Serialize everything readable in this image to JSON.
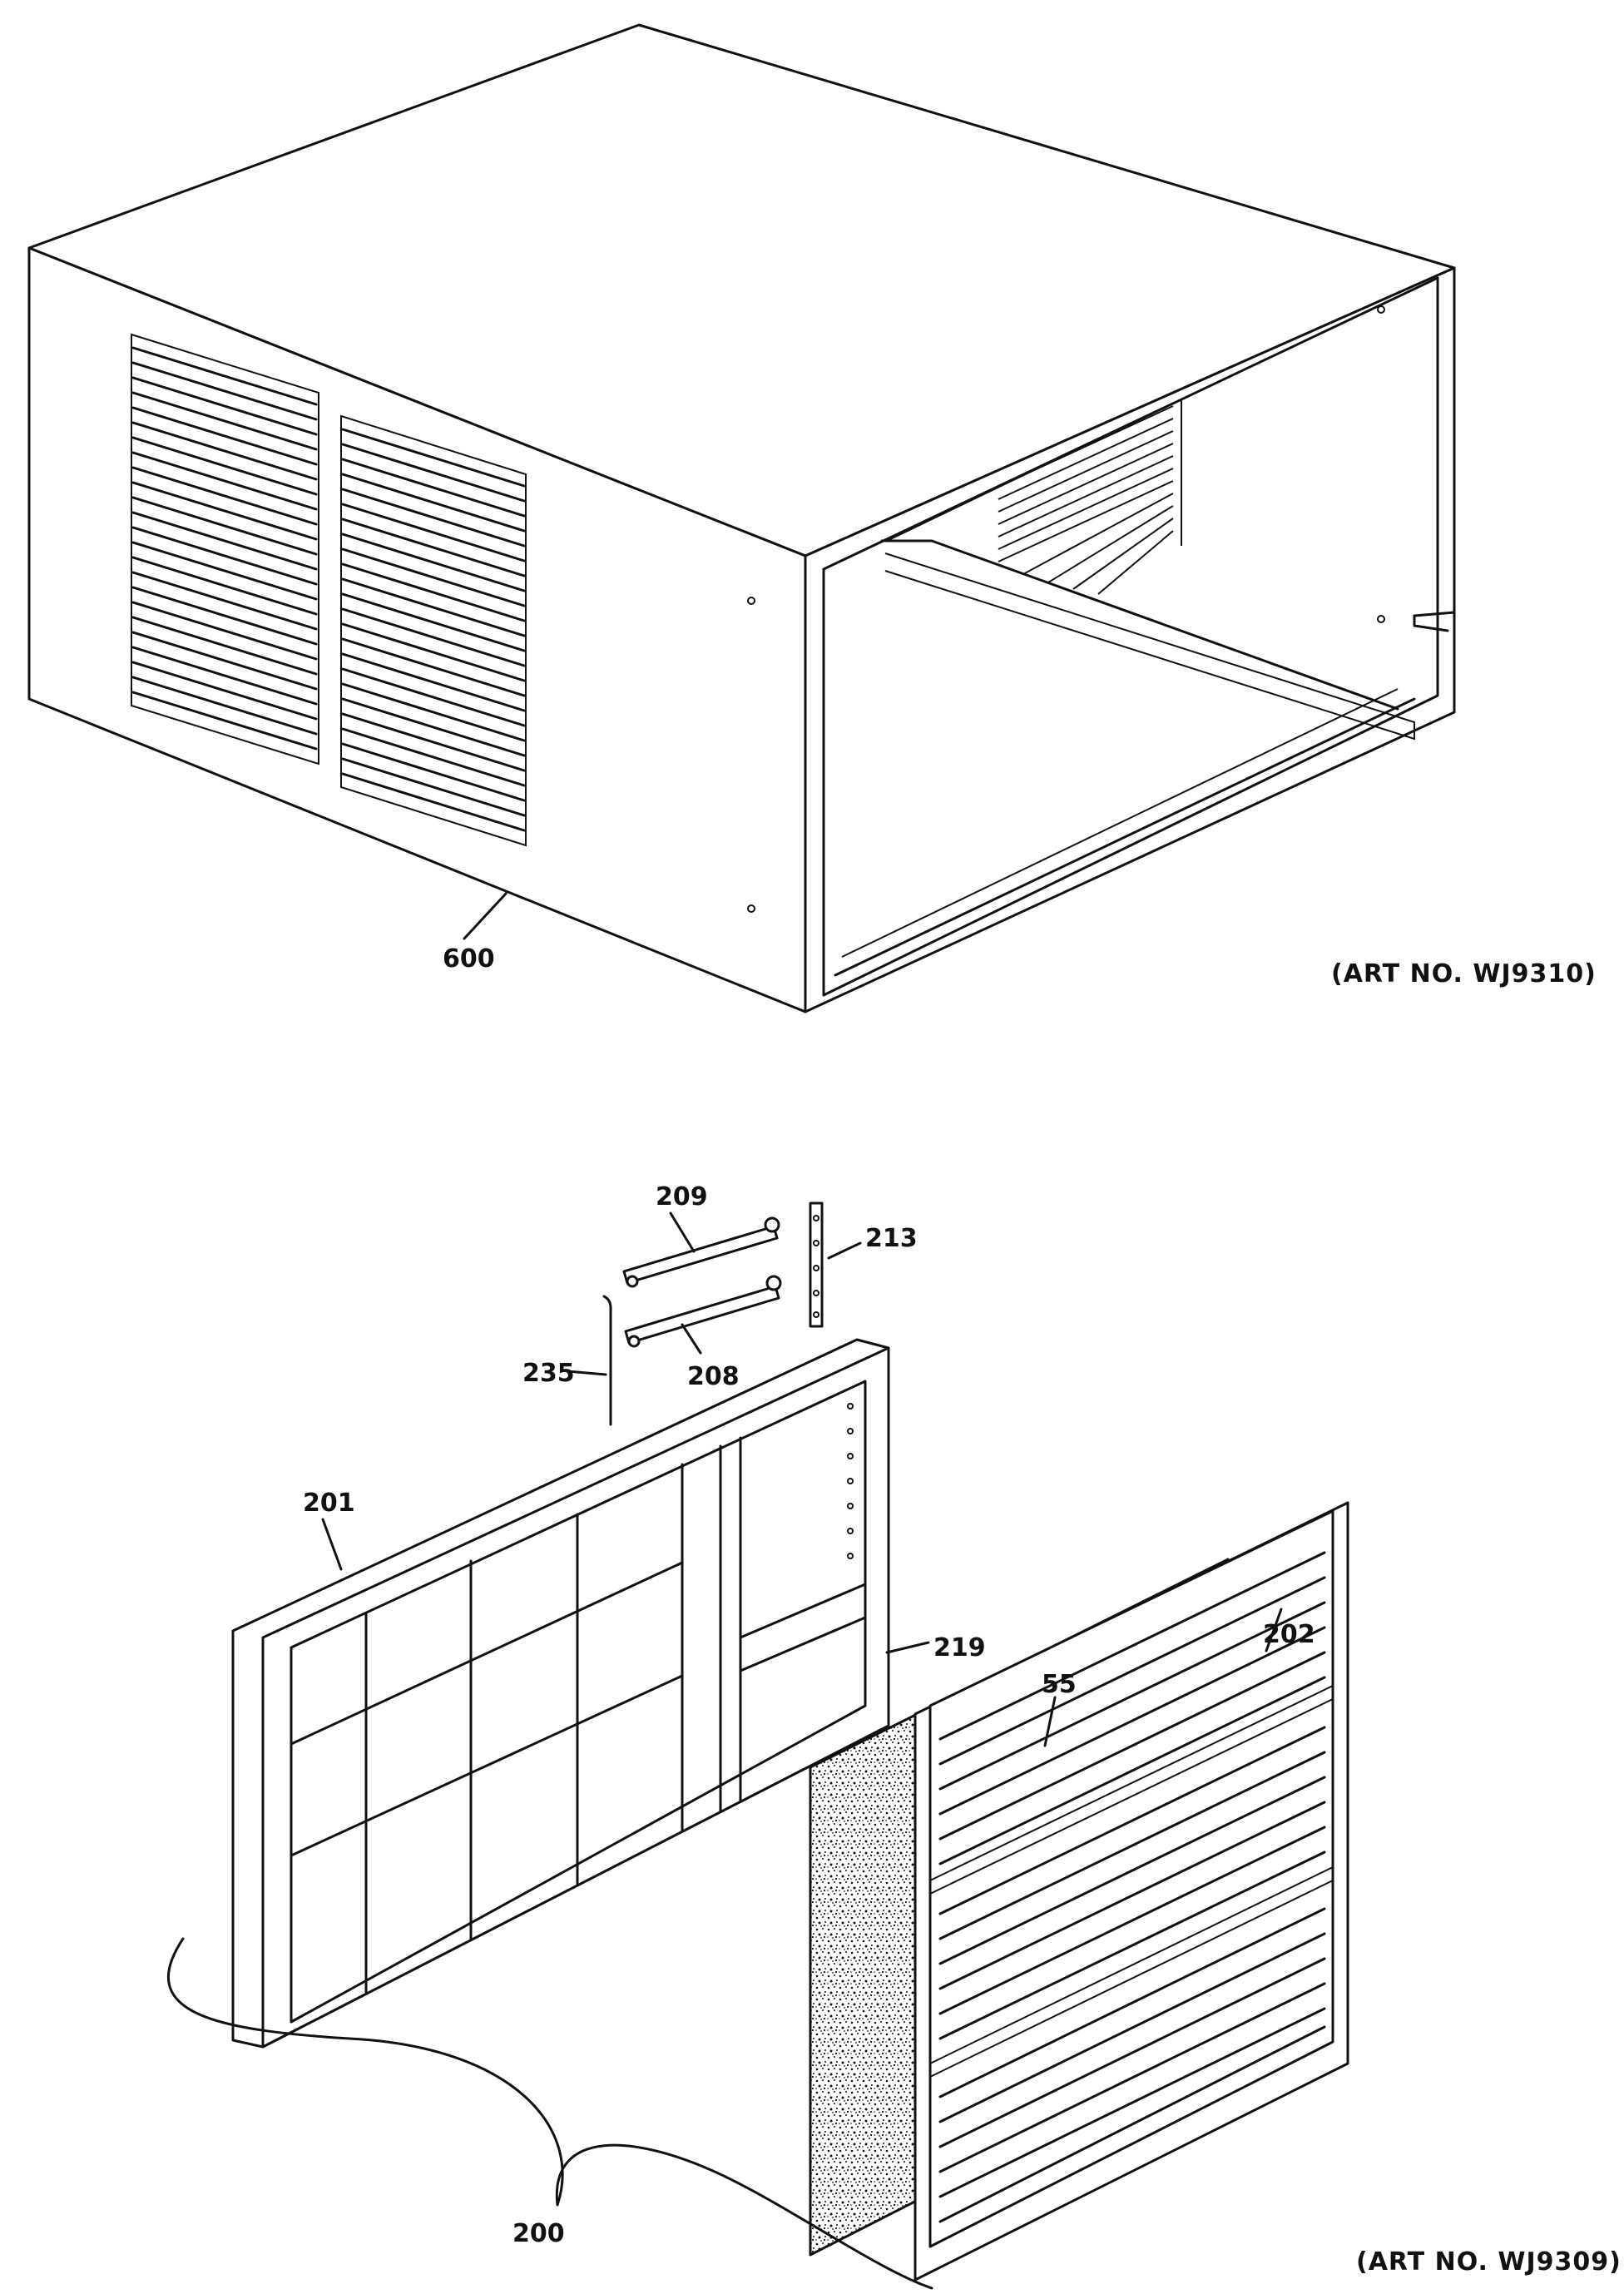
{
  "diagram_a": {
    "art_number": "(ART NO. WJ9310)",
    "part_labels": {
      "p600": "600"
    }
  },
  "diagram_b": {
    "art_number": "(ART NO. WJ9309)",
    "part_labels": {
      "p209": "209",
      "p213": "213",
      "p235": "235",
      "p208": "208",
      "p201": "201",
      "p219": "219",
      "p202": "202",
      "p55": "55",
      "p200": "200"
    }
  },
  "colors": {
    "ink": "#111111",
    "paper": "#ffffff"
  }
}
